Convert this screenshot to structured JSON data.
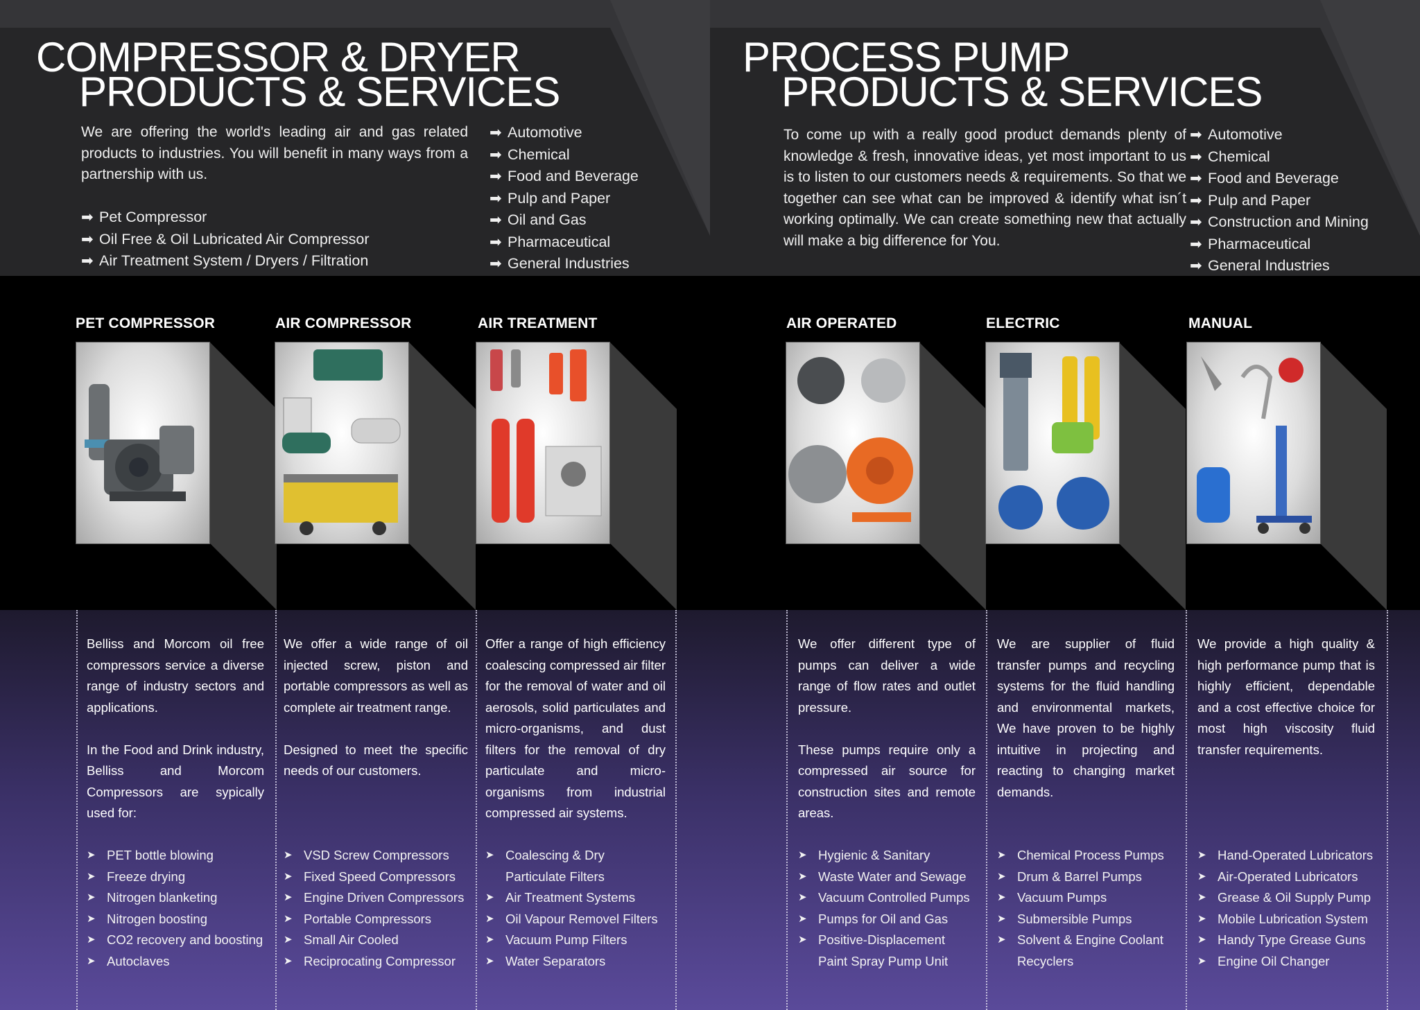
{
  "left": {
    "heading": {
      "line1": "COMPRESSOR & DRYER",
      "line2": "PRODUCTS & SERVICES"
    },
    "intro": "We are offering the world's leading air and gas related products to industries. You will benefit in many ways from a partnership with us.",
    "products": [
      "Pet Compressor",
      "Oil Free & Oil Lubricated Air Compressor",
      "Air Treatment System / Dryers / Filtration"
    ],
    "industries": [
      "Automotive",
      "Chemical",
      "Food and Beverage",
      "Pulp and Paper",
      "Oil and Gas",
      "Pharmaceutical",
      "General Industries"
    ],
    "cards": [
      {
        "title": "PET COMPRESSOR",
        "paragraphs": [
          "Belliss and Morcom oil free compressors service a diverse range of industry sectors and applications.",
          "In the Food and Drink industry, Belliss and Morcom Compressors are sypically used for:"
        ],
        "bullets": [
          "PET bottle blowing",
          "Freeze drying",
          "Nitrogen blanketing",
          "Nitrogen boosting",
          "CO2 recovery and boosting",
          "Autoclaves"
        ]
      },
      {
        "title": "AIR COMPRESSOR",
        "paragraphs": [
          "We offer a wide range of oil injected screw, piston and portable compressors as well as complete air treatment range.",
          "Designed to meet the specific needs of our customers."
        ],
        "bullets": [
          "VSD Screw Compressors",
          "Fixed Speed Compressors",
          "Engine Driven Compressors",
          "Portable Compressors",
          "Small Air Cooled",
          "Reciprocating Compressor"
        ]
      },
      {
        "title": "AIR TREATMENT",
        "paragraphs": [
          "Offer a range of high efficiency coalescing compressed air filter for the removal of water and oil aerosols, solid particulates and micro-organisms, and dust filters for the removal of dry particulate and micro-organisms from industrial compressed air systems."
        ],
        "bullets": [
          "Coalescing & Dry Particulate Filters",
          "Air Treatment Systems",
          "Oil Vapour Removel Filters",
          "Vacuum Pump Filters",
          "Water Separators"
        ]
      }
    ]
  },
  "right": {
    "heading": {
      "line1": "PROCESS PUMP",
      "line2": "PRODUCTS & SERVICES"
    },
    "intro": "To come up with a really good product demands plenty of knowledge & fresh, innovative ideas, yet most important to us is to listen to our customers needs & requirements. So that we together can see what can be improved & identify what isn´t working optimally. We can create something new that actually will make a big difference for You.",
    "industries": [
      "Automotive",
      "Chemical",
      "Food and Beverage",
      "Pulp and Paper",
      "Construction and Mining",
      "Pharmaceutical",
      "General Industries"
    ],
    "cards": [
      {
        "title": "AIR OPERATED",
        "paragraphs": [
          "We offer different type of pumps can deliver a wide range of flow rates and outlet pressure.",
          "These pumps require only a compressed air source for construction sites and remote areas."
        ],
        "bullets": [
          "Hygienic & Sanitary",
          "Waste Water and Sewage",
          "Vacuum Controlled Pumps",
          "Pumps for Oil and Gas",
          "Positive-Displacement Paint Spray Pump Unit"
        ]
      },
      {
        "title": "ELECTRIC",
        "paragraphs": [
          "We are supplier of fluid transfer pumps and recycling systems for the fluid handling and environmental markets, We have proven to be highly intuitive in projecting and reacting to changing market demands."
        ],
        "bullets": [
          "Chemical Process Pumps",
          "Drum & Barrel Pumps",
          "Vacuum Pumps",
          "Submersible Pumps",
          "Solvent & Engine Coolant Recyclers"
        ]
      },
      {
        "title": "MANUAL",
        "paragraphs": [
          "We provide a high quality & high performance pump that is highly efficient, dependable and a cost effective choice for most high viscosity fluid transfer requirements."
        ],
        "bullets": [
          "Hand-Operated Lubricators",
          "Air-Operated Lubricators",
          "Grease & Oil Supply Pump",
          "Mobile Lubrication System",
          "Handy Type Grease Guns",
          "Engine Oil Changer"
        ]
      }
    ]
  }
}
